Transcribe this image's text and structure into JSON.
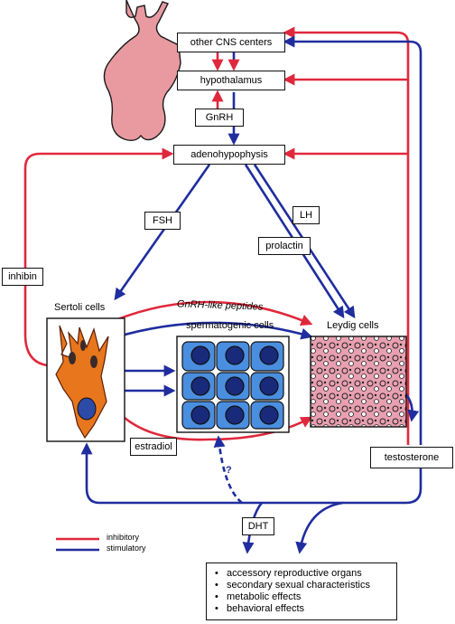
{
  "nodes": {
    "other_cns": "other CNS centers",
    "hypothalamus": "hypothalamus",
    "gnrh": "GnRH",
    "adenohypophysis": "adenohypophysis",
    "fsh": "FSH",
    "lh": "LH",
    "prolactin": "prolactin",
    "inhibin": "inhibin",
    "sertoli": "Sertoli cells",
    "spermatogenic": "spermatogenic cells",
    "leydig": "Leydig cells",
    "gnrh_like": "GnRH-like peptides",
    "estradiol": "estradiol",
    "testosterone": "testosterone",
    "dht": "DHT",
    "unknown": "?"
  },
  "effects": [
    "accessory reproductive organs",
    "secondary sexual characteristics",
    "metabolic effects",
    "behavioral effects"
  ],
  "legend": {
    "inhibitory": "inhibitory",
    "stimulatory": "stimulatory"
  },
  "colors": {
    "inhibitory": "#e0283c",
    "stimulatory": "#1f2d9e",
    "pituitary": "#e89aa0",
    "sertoli_cell": "#e8761c",
    "spermatogenic_cell": "#4a8ee0",
    "leydig_tissue": "#e8a0b0"
  }
}
